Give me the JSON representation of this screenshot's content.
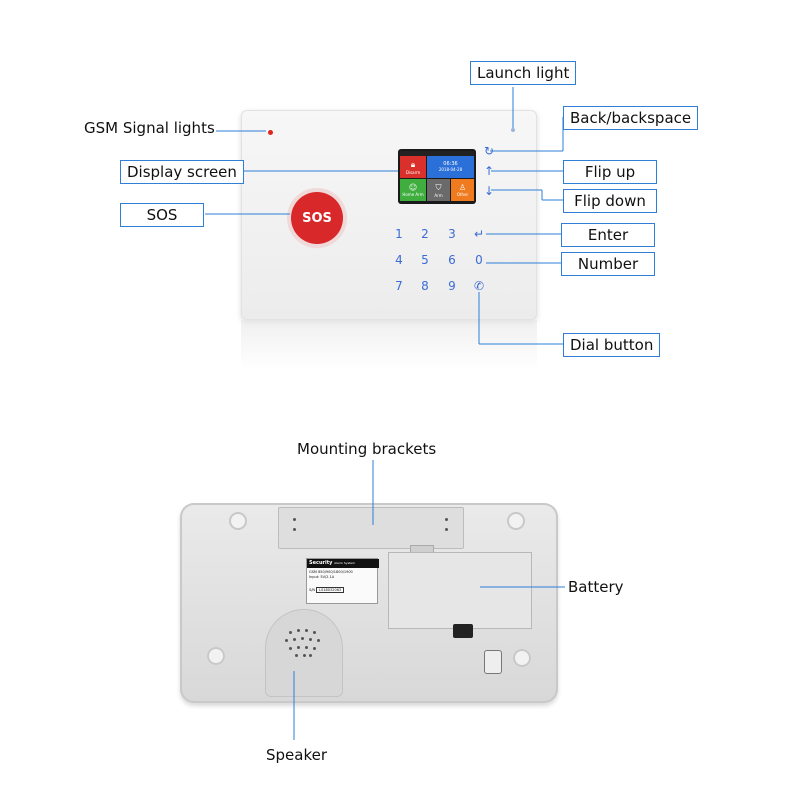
{
  "front": {
    "sos_label": "SOS",
    "keypad": [
      "1",
      "2",
      "3",
      "↵",
      "4",
      "5",
      "6",
      "0",
      "7",
      "8",
      "9",
      "✆"
    ],
    "nav_icons": [
      "↻",
      "↑",
      "↓"
    ],
    "screen": {
      "time": "06:36",
      "date": "2018-04-28",
      "tiles": [
        "Disarm",
        "Home Arm",
        "Arm",
        "Other"
      ]
    }
  },
  "callouts": {
    "launch_light": "Launch light",
    "gsm_signal": "GSM Signal lights",
    "back_backspace": "Back/backspace",
    "display_screen": "Display screen",
    "flip_up": "Flip up",
    "sos": "SOS",
    "flip_down": "Flip down",
    "enter": "Enter",
    "number": "Number",
    "dial_button": "Dial button",
    "mounting_brackets": "Mounting brackets",
    "battery": "Battery",
    "speaker": "Speaker"
  },
  "back_label": {
    "brand": "Security",
    "subtitle": "Alarm System",
    "line1": "GSM 850/900/1800/1900",
    "line2": "Input: 5V/2.1A",
    "sn_prefix": "S/N",
    "sn_value": "LS18032063"
  },
  "colors": {
    "accent": "#2f7fd8",
    "sos": "#d8282a",
    "key": "#3b6bd6"
  }
}
